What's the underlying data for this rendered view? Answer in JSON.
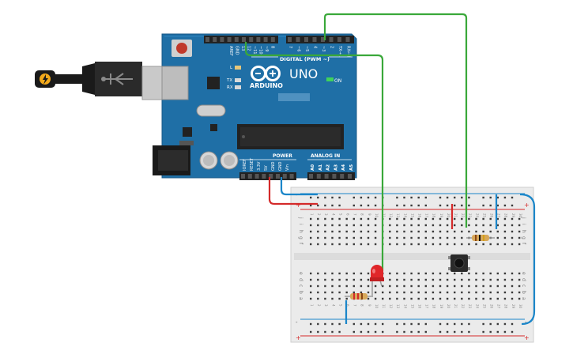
{
  "board": {
    "brand": "ARDUINO",
    "model": "UNO",
    "on_label": "ON",
    "l_label": "L",
    "tx_label": "TX",
    "rx_label": "RX",
    "digital_label": "DIGITAL (PWM ~)",
    "power_label": "POWER",
    "analog_label": "ANALOG IN",
    "left_top_pins": [
      "AREF",
      "GND",
      "13",
      "12",
      "~11",
      "~10",
      "~9",
      "8"
    ],
    "right_top_pins": [
      "7",
      "~6",
      "~5",
      "4",
      "~3",
      "2",
      "TX→1",
      "RX←0"
    ],
    "power_pins": [
      "IOREF",
      "RESET",
      "3.3V",
      "5V",
      "GND",
      "GND",
      "Vin"
    ],
    "analog_pins": [
      "A0",
      "A1",
      "A2",
      "A3",
      "A4",
      "A5"
    ]
  },
  "breadboard": {
    "row_letters_top": [
      "j",
      "i",
      "h",
      "g",
      "f"
    ],
    "row_letters_bottom": [
      "e",
      "d",
      "c",
      "b",
      "a"
    ],
    "plus_label": "+",
    "minus_label": "-",
    "column_numbers": [
      "1",
      "2",
      "3",
      "4",
      "5",
      "6",
      "7",
      "8",
      "9",
      "10",
      "11",
      "12",
      "13",
      "14",
      "15",
      "16",
      "17",
      "18",
      "19",
      "20",
      "21",
      "22",
      "23",
      "24",
      "25",
      "26",
      "27",
      "28",
      "29",
      "30"
    ]
  },
  "colors": {
    "board": "#1f6fa6",
    "board_dark": "#185a88",
    "wire_green": "#3aa83a",
    "wire_red": "#d42a2a",
    "wire_blue": "#1b86c9",
    "led_red": "#e0262a",
    "breadboard": "#ebebeb",
    "usb_black": "#1a1a1a"
  },
  "icons": [
    "usb-plug-icon",
    "lightning-icon",
    "arduino-infinity-logo-icon"
  ]
}
